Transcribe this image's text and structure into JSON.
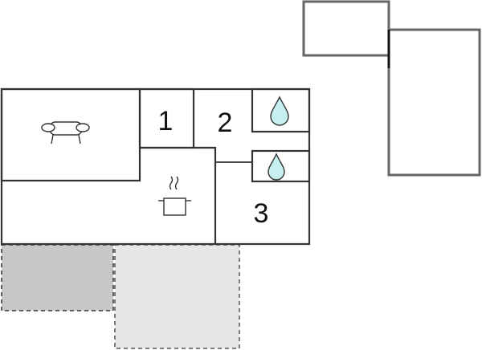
{
  "floorplan": {
    "rooms": [
      {
        "id": "room-1",
        "label": "1"
      },
      {
        "id": "room-2",
        "label": "2"
      },
      {
        "id": "room-3",
        "label": "3"
      }
    ],
    "icons": [
      "sofa-icon",
      "cooking-pot-icon",
      "water-drop-icon",
      "water-drop-icon"
    ],
    "colors": {
      "wall": "#333333",
      "outbuilding": "#666666",
      "terrace_dark": "#c8c8c8",
      "terrace_light": "#e6e6e6",
      "water": "#c5f0ef"
    }
  }
}
